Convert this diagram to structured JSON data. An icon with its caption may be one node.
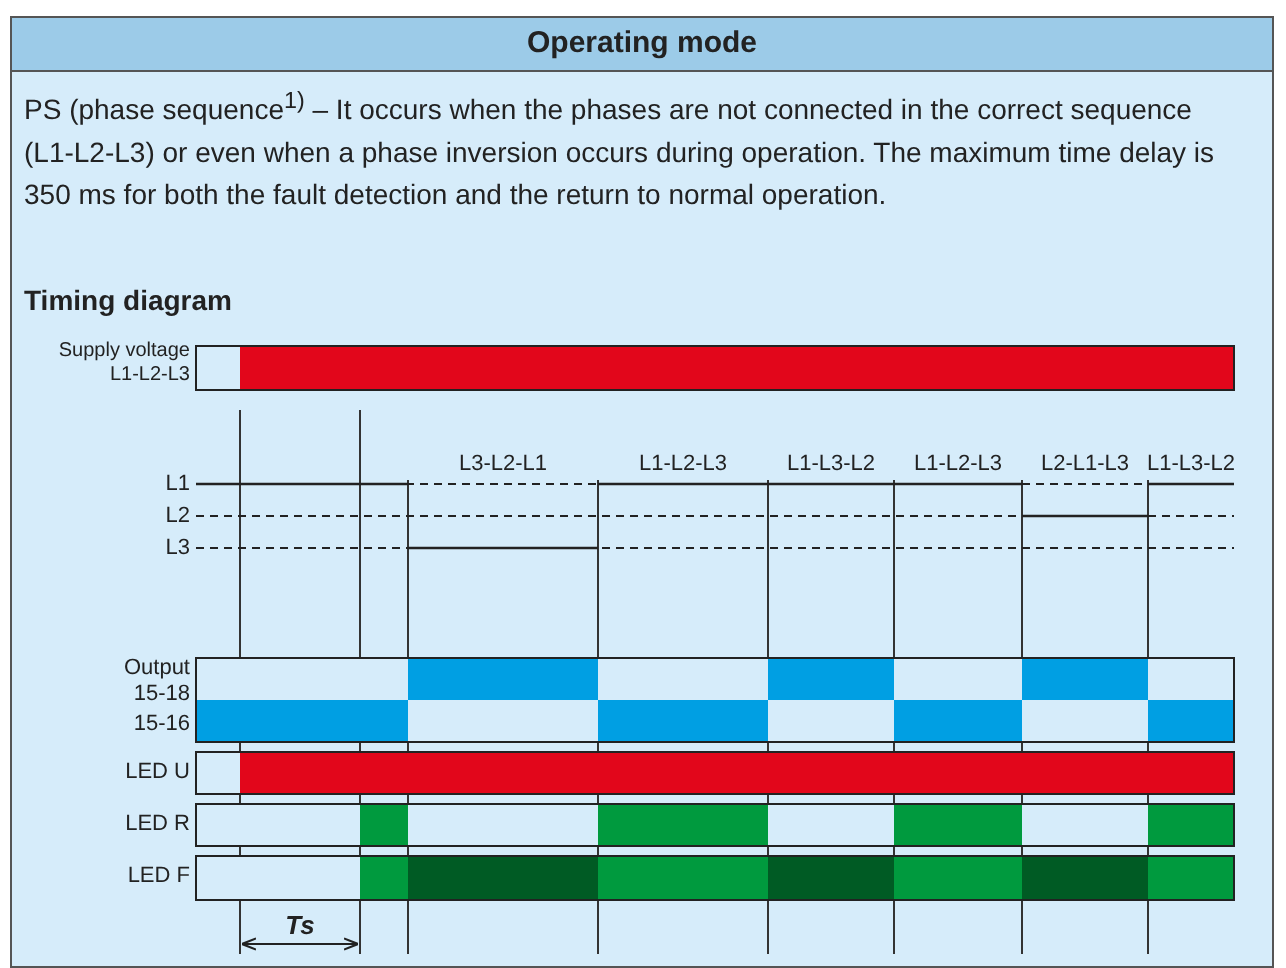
{
  "diagram": {
    "title": "Operating mode",
    "labels": [
      "PS (phase sequence$^{1)}$ – It occurs when the phases are not connected in the correct sequence (L1-L2-L3) or even when a phase inversion occurs during operation. The maximum time delay is 350 ms for both the fault detection and the return to normal operation.",
      "Timing diagram",
      "Supply voltage L1-L2-L3",
      "L1",
      "L2",
      "L3",
      "L3-L2-L1",
      "L1-L2-L3",
      "L1-L3-L2",
      "L1-L2-L3",
      "L2-L1-L3",
      "L1-L3-L2",
      "Output",
      "15-18",
      "15-16",
      "LED U",
      "LED R",
      "LED F",
      "Ts"
    ]
  }
}
